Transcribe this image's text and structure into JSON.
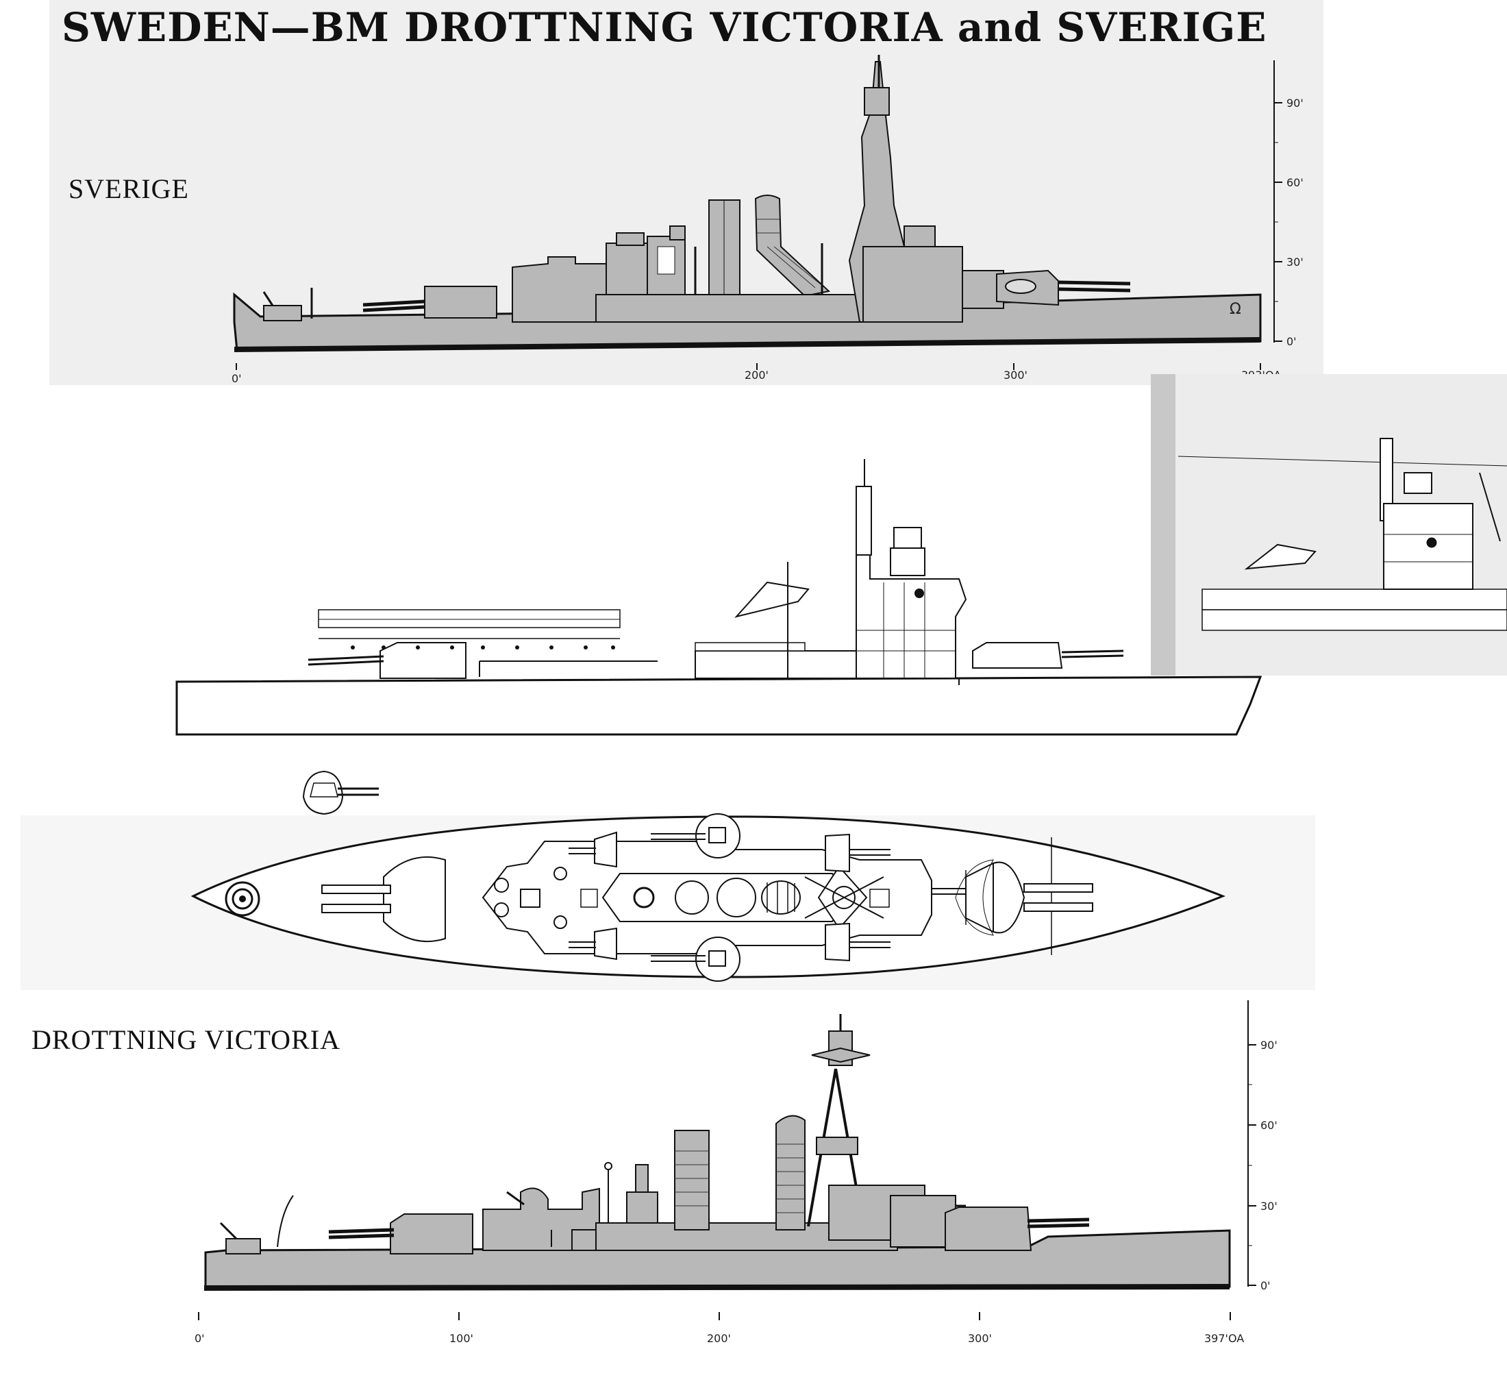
{
  "title": "SWEDEN—BM DROTTNING VICTORIA and SVERIGE",
  "colors": {
    "hull_fill": "#b8b8b8",
    "panel_gray": "#eeeeee",
    "line": "#111111"
  },
  "sverige": {
    "label": "SVERIGE",
    "height_scale": [
      "90'",
      "60'",
      "30'",
      "0'"
    ],
    "length_scale": [
      "0'",
      "200'",
      "300'",
      "393'OA"
    ]
  },
  "victoria": {
    "label": "DROTTNING VICTORIA",
    "height_scale": [
      "90'",
      "60'",
      "30'",
      "0'"
    ],
    "length_scale": [
      "0'",
      "100'",
      "200'",
      "300'",
      "397'OA"
    ]
  }
}
